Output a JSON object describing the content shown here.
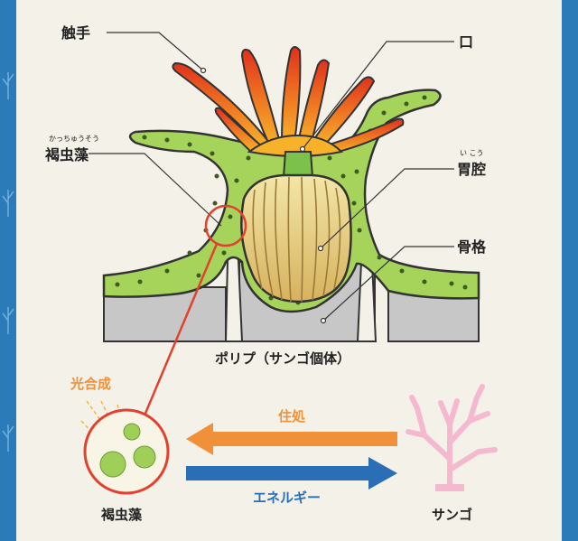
{
  "labels": {
    "tentacle": "触手",
    "mouth": "口",
    "zoox": "褐虫藻",
    "zoox_ruby": "かっちゅうそう",
    "gastric": "胃腔",
    "gastric_ruby": "い こう",
    "skeleton": "骨格",
    "polyp_caption": "ポリプ（サンゴ個体）",
    "photosynthesis": "光合成",
    "habitat": "住処",
    "energy": "エネルギー",
    "zoox_bottom": "褐虫藻",
    "coral": "サンゴ"
  },
  "colors": {
    "border_blue": "#2a7bb7",
    "background": "#f4f1e9",
    "tissue_green": "#a6d45a",
    "tentacle_orange": "#f07a22",
    "tentacle_red": "#e0311c",
    "stomach_yellow": "#e9d58a",
    "skeleton_gray": "#c7c7c7",
    "habitat_arrow": "#f0913a",
    "energy_arrow": "#2a6fb5",
    "circle_red": "#e2412f",
    "coral_pink": "#f4b8cf"
  }
}
